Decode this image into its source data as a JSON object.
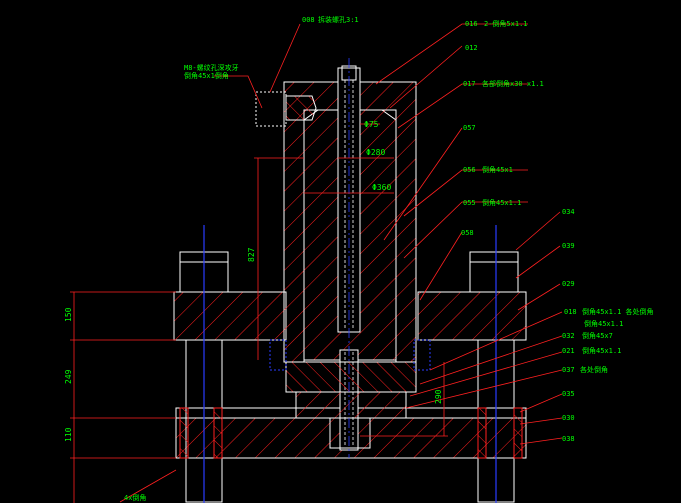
{
  "drawing": {
    "callouts": {
      "c008": "008",
      "c008_note": "拆装螺孔3:1",
      "c016": "016",
      "c016_note": "2-倒角5x1.1",
      "c012": "012",
      "c017": "017",
      "c017_note": "各部倒角x30 x1.1",
      "c057": "057",
      "c056": "056",
      "c056_note": "倒角45x1",
      "c055": "055",
      "c055_note": "倒角45x1.1",
      "c058": "058",
      "c034": "034",
      "c039": "039",
      "c029": "029",
      "c018": "018",
      "c018_note1": "倒角45x1.1 各处倒角",
      "c018_note2": "倒角45x1.1",
      "c032": "032",
      "c032_note": "倒角45x7",
      "c021": "021",
      "c021_note": "倒角45x1.1",
      "c037": "037",
      "c037_note": "各处倒角",
      "c035": "035",
      "c030": "030",
      "c038": "038",
      "left_note1": "M8-螺纹孔深攻牙",
      "left_note2": "倒角45x1倒角",
      "bottom_note": "4x倒角"
    },
    "dims": {
      "d75": "Φ75",
      "d280": "Φ280",
      "d360": "Φ360",
      "d827": "827",
      "d150": "150",
      "d249": "249",
      "d110": "110",
      "d290": "290"
    },
    "colors": {
      "outline": "#ffffff",
      "hatch": "#ff2020",
      "centerline": "#2a3cff",
      "text": "#00ff00",
      "leader": "#ff2020"
    }
  }
}
